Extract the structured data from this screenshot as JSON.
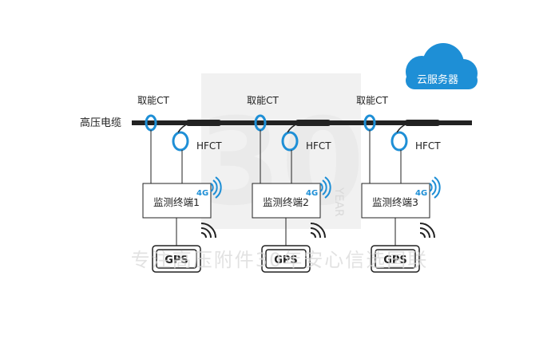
{
  "cable_label": "高压电缆",
  "cloud": {
    "label": "云服务器",
    "color": "#1e8fd6"
  },
  "watermark": {
    "slogan": "专注高压附件30年安心信选国联",
    "logo_text": "30",
    "year_text": "YEAR"
  },
  "units": [
    {
      "ct_label": "取能CT",
      "hfct_label": "HFCT",
      "terminal_label": "监测终端1",
      "signal_label": "4G",
      "gps_label": "GPS"
    },
    {
      "ct_label": "取能CT",
      "hfct_label": "HFCT",
      "terminal_label": "监测终端2",
      "signal_label": "4G",
      "gps_label": "GPS"
    },
    {
      "ct_label": "取能CT",
      "hfct_label": "HFCT",
      "terminal_label": "监测终端3",
      "signal_label": "4G",
      "gps_label": "GPS"
    }
  ],
  "colors": {
    "line": "#222222",
    "accent": "#1e8fd6",
    "watermark": "#d9d9d9"
  }
}
